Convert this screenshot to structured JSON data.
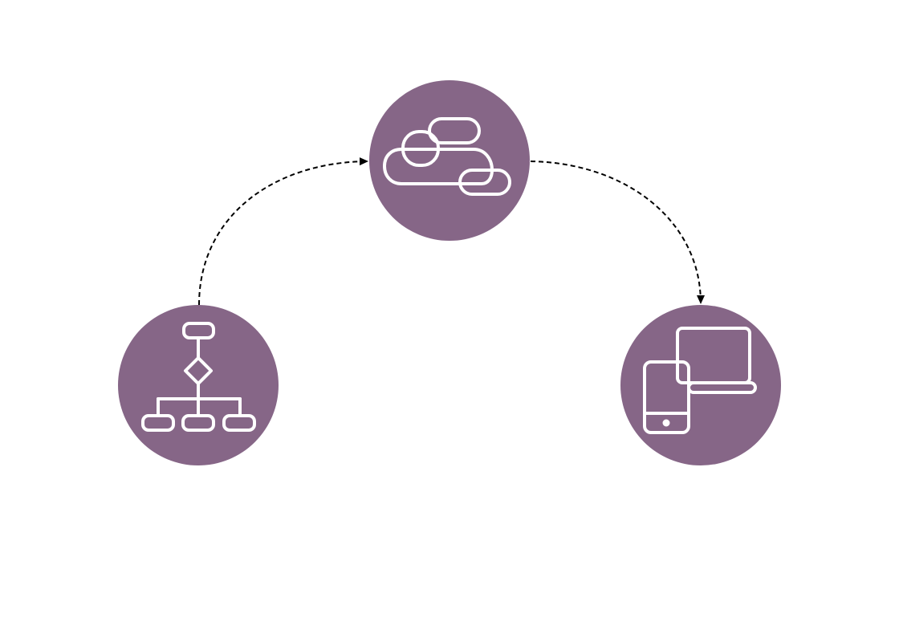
{
  "diagram": {
    "type": "cyclic-flow",
    "nodes": [
      {
        "id": "workflow",
        "icon": "flowchart-icon"
      },
      {
        "id": "cloud",
        "icon": "cloud-icon"
      },
      {
        "id": "devices",
        "icon": "devices-icon"
      }
    ],
    "edges": [
      {
        "from": "workflow",
        "to": "cloud",
        "style": "dashed",
        "arrow": "end"
      },
      {
        "from": "cloud",
        "to": "devices",
        "style": "dashed",
        "arrow": "end"
      }
    ]
  },
  "colors": {
    "node_fill": "#866687",
    "icon_stroke": "#ffffff",
    "connector": "#000000",
    "background": "#ffffff"
  }
}
